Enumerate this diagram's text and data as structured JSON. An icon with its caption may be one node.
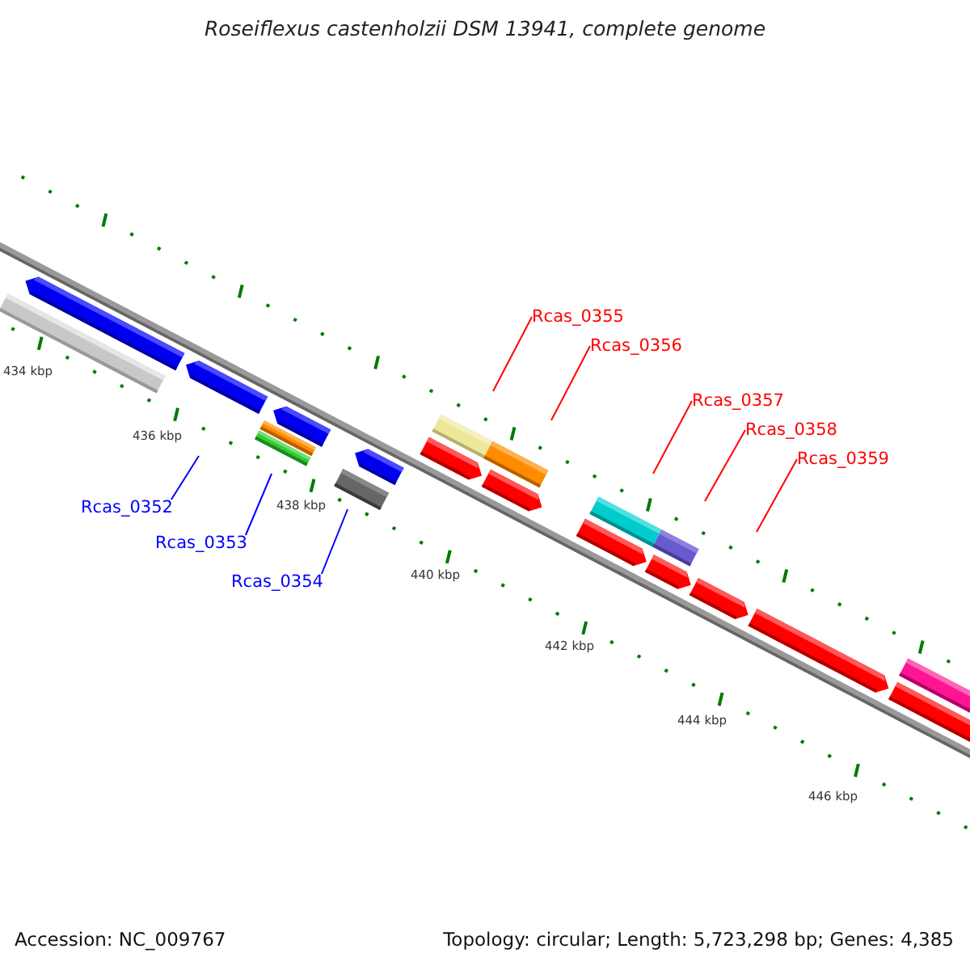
{
  "diagram": {
    "title": "Roseiflexus castenholzii DSM 13941, complete genome",
    "nodes": [
      {
        "text": [
          "Rcas_0352"
        ]
      },
      {
        "text": [
          "Rcas_0353"
        ]
      },
      {
        "text": [
          "Rcas_0354"
        ]
      },
      {
        "text": [
          "Rcas_0355"
        ]
      },
      {
        "text": [
          "Rcas_0356"
        ]
      },
      {
        "text": [
          "Rcas_0357"
        ]
      },
      {
        "text": [
          "Rcas_0358"
        ]
      },
      {
        "text": [
          "Rcas_0359"
        ]
      }
    ],
    "edges": [
      {
        "from": 0,
        "to": null,
        "arrow": "none",
        "color": "#0000ff"
      },
      {
        "from": 1,
        "to": null,
        "arrow": "none",
        "color": "#0000ff"
      },
      {
        "from": 2,
        "to": null,
        "arrow": "none",
        "color": "#0000ff"
      },
      {
        "from": 3,
        "to": null,
        "arrow": "none"
      },
      {
        "from": 4,
        "to": null,
        "arrow": "none"
      },
      {
        "from": 5,
        "to": null,
        "arrow": "none"
      },
      {
        "from": 6,
        "to": null,
        "arrow": "none"
      },
      {
        "from": 7,
        "to": null,
        "arrow": "none"
      }
    ],
    "labels": [
      "434 kbp",
      "436 kbp",
      "438 kbp",
      "440 kbp",
      "442 kbp",
      "444 kbp",
      "446 kbp",
      "Accession: NC_009767",
      "Topology: circular; Length: 5,723,298 bp; Genes: 4,385"
    ]
  }
}
